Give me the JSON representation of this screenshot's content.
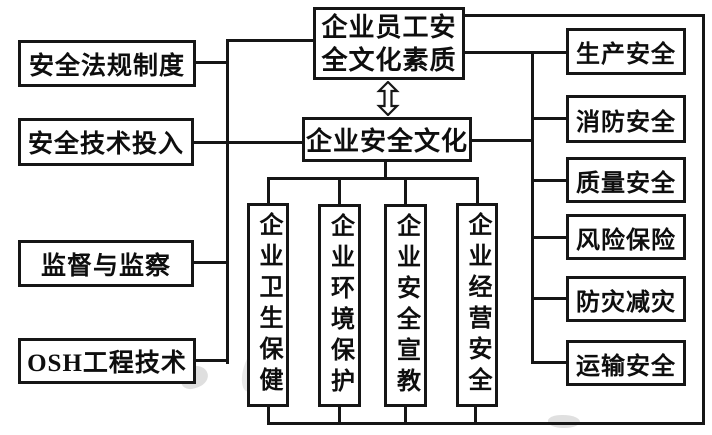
{
  "diagram": {
    "title_implicit": "",
    "top_box": {
      "label_lines": [
        "企业员工安",
        "全文化素质"
      ],
      "full_label": "企业员工安全文化素质"
    },
    "center_box": {
      "label": "企业安全文化"
    },
    "left_boxes": [
      {
        "label": "安全法规制度"
      },
      {
        "label": "安全技术投入"
      },
      {
        "label": "监督与监察"
      },
      {
        "label": "OSH工程技术"
      }
    ],
    "right_boxes": [
      {
        "label": "生产安全"
      },
      {
        "label": "消防安全"
      },
      {
        "label": "质量安全"
      },
      {
        "label": "风险保险"
      },
      {
        "label": "防灾减灾"
      },
      {
        "label": "运输安全"
      }
    ],
    "bottom_boxes": [
      {
        "label": "企业卫生保健"
      },
      {
        "label": "企业环境保护"
      },
      {
        "label": "企业安全宣教"
      },
      {
        "label": "企业经营安全"
      }
    ],
    "connector": {
      "style": "double-headed hollow arrow between top and center box"
    },
    "colors": {
      "line": "#161616",
      "text": "#0e0e0e",
      "background": "#ffffff"
    }
  }
}
